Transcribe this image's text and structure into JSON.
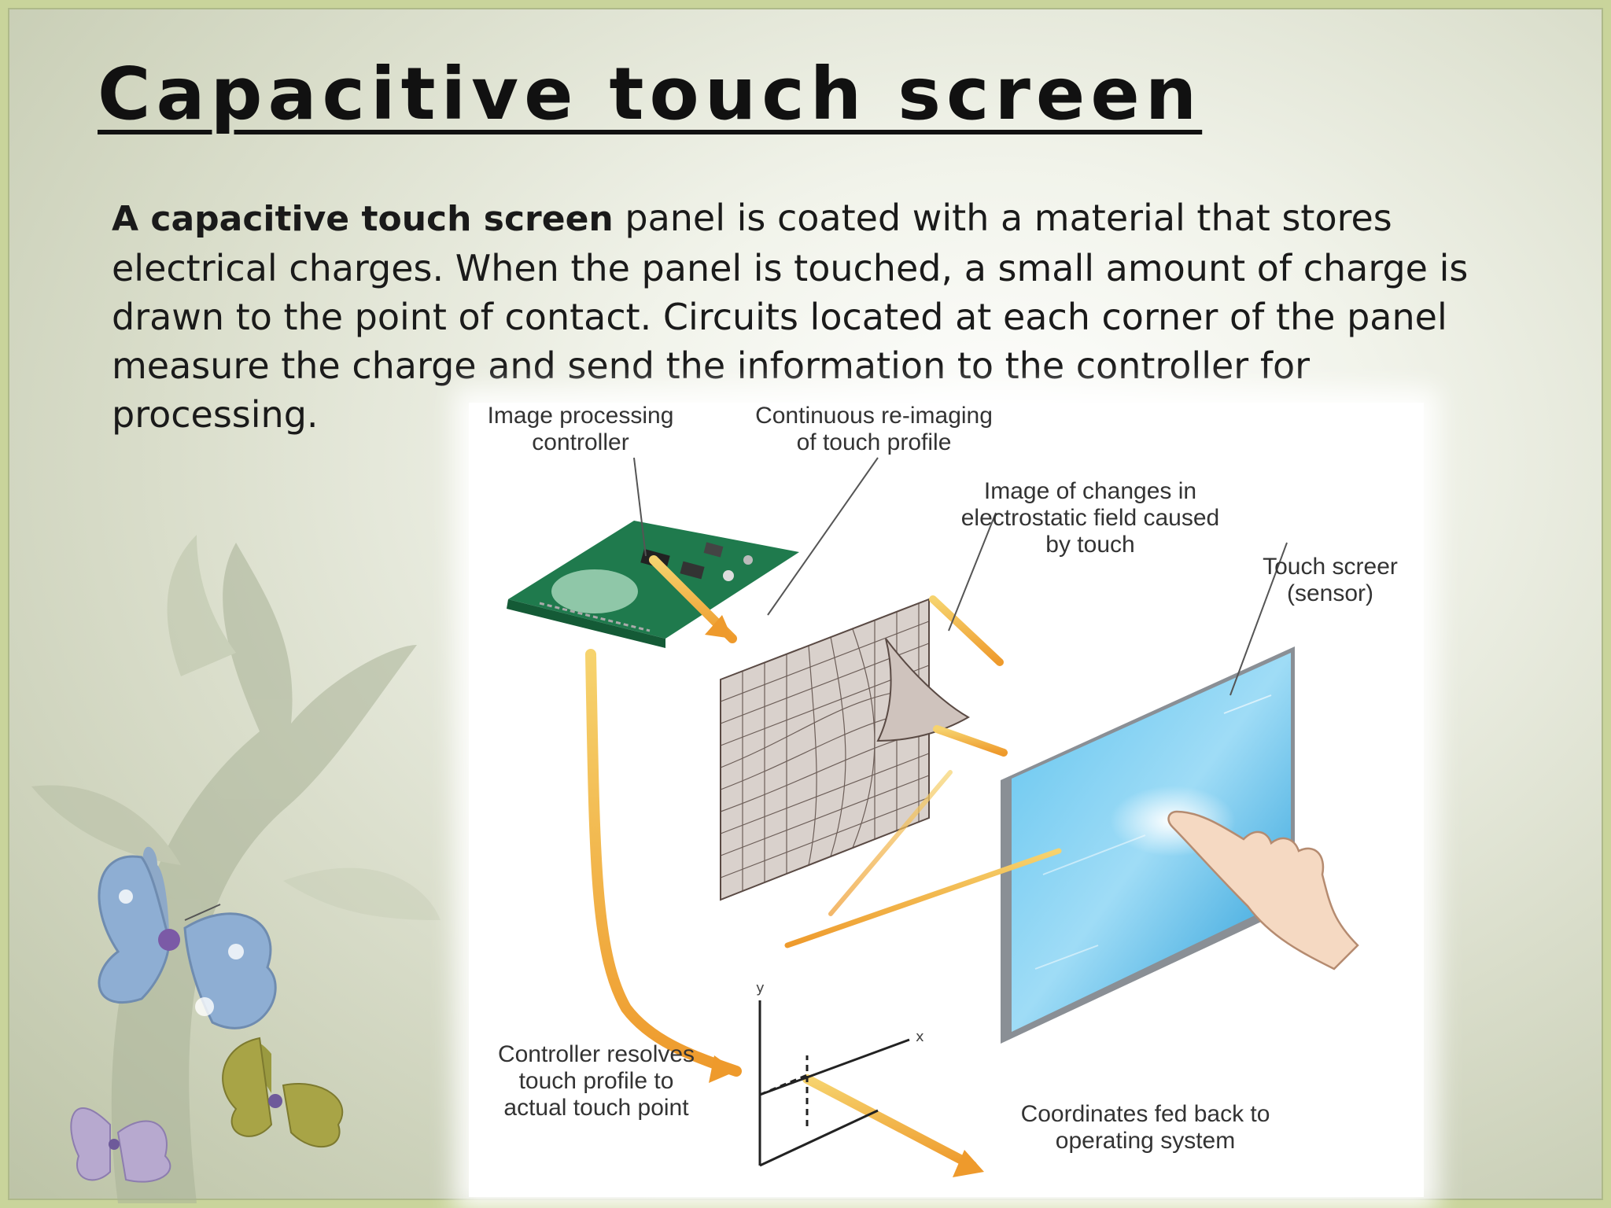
{
  "slide": {
    "title": "Capacitive touch screen",
    "body_lead": "A capacitive touch screen",
    "body_rest": " panel is coated with a material that stores electrical charges.  When the panel is touched, a small amount of charge is drawn to the point of contact.  Circuits located at each corner of the panel measure the charge and send the information to the controller for processing."
  },
  "diagram": {
    "labels": {
      "controller": "Image processing\ncontroller",
      "reimaging": "Continuous re-imaging\nof touch profile",
      "field_image": "Image of changes in\nelectrostatic field caused\nby touch",
      "sensor": "Touch screer\n(sensor)",
      "resolves": "Controller resolves\ntouch profile to\nactual touch point",
      "coordinates": "Coordinates fed back to\noperating system",
      "axis_x": "x",
      "axis_y": "y"
    },
    "colors": {
      "arrow": "#f2a93a",
      "screen": "#2ba6e0",
      "board": "#1f7a4d"
    }
  },
  "decor": {
    "butterflies": [
      "blue-butterfly-icon",
      "purple-butterfly-icon",
      "olive-butterfly-icon"
    ],
    "leaf": "leaf-swirl"
  }
}
